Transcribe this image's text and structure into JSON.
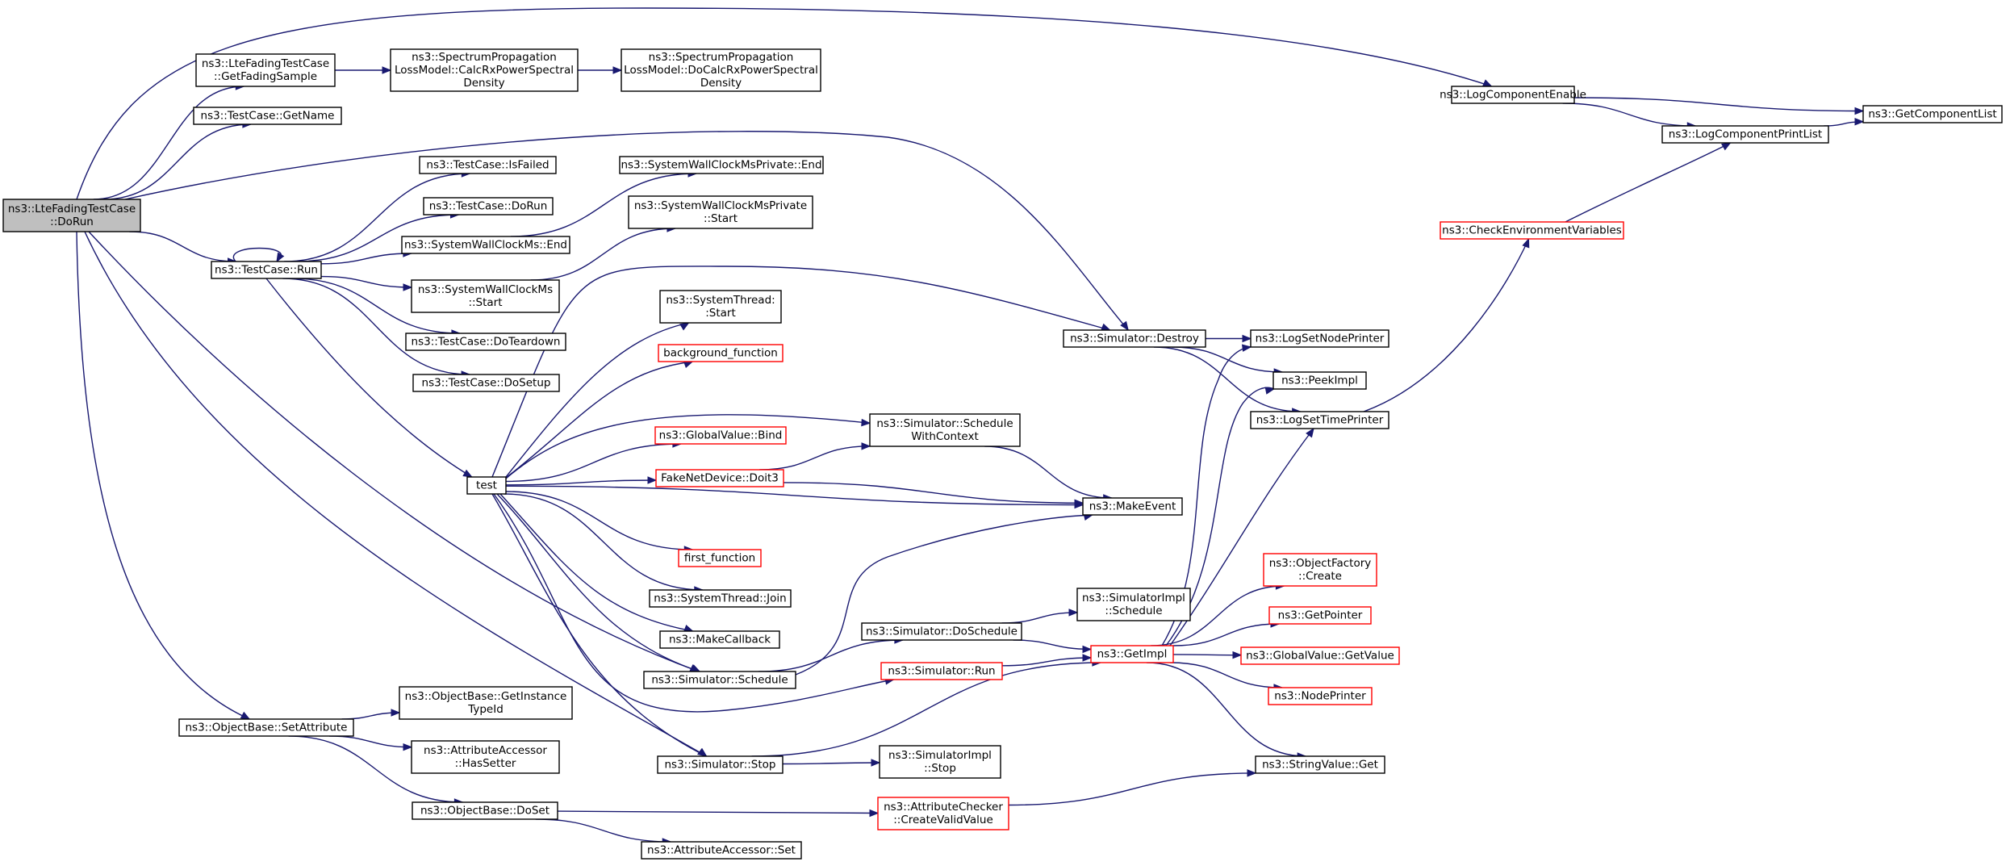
{
  "colors": {
    "edge": "#191970",
    "node_border": "#000000",
    "unresolved_node_border": "#ff0000",
    "root_fill": "#bfbfbf",
    "background": "#ffffff"
  },
  "nodes": [
    {
      "id": "root",
      "lines": [
        "ns3::LteFadingTestCase",
        "::DoRun"
      ],
      "style": "root"
    },
    {
      "id": "getFadingSample",
      "lines": [
        "ns3::LteFadingTestCase",
        "::GetFadingSample"
      ]
    },
    {
      "id": "calcRxPSD",
      "lines": [
        "ns3::SpectrumPropagation",
        "LossModel::CalcRxPowerSpectral",
        "Density"
      ]
    },
    {
      "id": "doCalcRxPSD",
      "lines": [
        "ns3::SpectrumPropagation",
        "LossModel::DoCalcRxPowerSpectral",
        "Density"
      ]
    },
    {
      "id": "getName",
      "lines": [
        "ns3::TestCase::GetName"
      ]
    },
    {
      "id": "logComponentEnable",
      "lines": [
        "ns3::LogComponentEnable"
      ]
    },
    {
      "id": "getComponentList",
      "lines": [
        "ns3::GetComponentList"
      ]
    },
    {
      "id": "logComponentPrintList",
      "lines": [
        "ns3::LogComponentPrintList"
      ]
    },
    {
      "id": "checkEnvVars",
      "lines": [
        "ns3::CheckEnvironmentVariables"
      ],
      "style": "red"
    },
    {
      "id": "isFailed",
      "lines": [
        "ns3::TestCase::IsFailed"
      ]
    },
    {
      "id": "tcDoRun",
      "lines": [
        "ns3::TestCase::DoRun"
      ]
    },
    {
      "id": "swcEnd",
      "lines": [
        "ns3::SystemWallClockMs::End"
      ]
    },
    {
      "id": "swcStart",
      "lines": [
        "ns3::SystemWallClockMs",
        "::Start"
      ]
    },
    {
      "id": "swcPrivEnd",
      "lines": [
        "ns3::SystemWallClockMsPrivate::End"
      ]
    },
    {
      "id": "swcPrivStart",
      "lines": [
        "ns3::SystemWallClockMsPrivate",
        "::Start"
      ]
    },
    {
      "id": "tcRun",
      "lines": [
        "ns3::TestCase::Run"
      ]
    },
    {
      "id": "doTeardown",
      "lines": [
        "ns3::TestCase::DoTeardown"
      ]
    },
    {
      "id": "doSetup",
      "lines": [
        "ns3::TestCase::DoSetup"
      ]
    },
    {
      "id": "simDestroy",
      "lines": [
        "ns3::Simulator::Destroy"
      ]
    },
    {
      "id": "logSetNodePrinter",
      "lines": [
        "ns3::LogSetNodePrinter"
      ]
    },
    {
      "id": "peekImpl",
      "lines": [
        "ns3::PeekImpl"
      ]
    },
    {
      "id": "logSetTimePrinter",
      "lines": [
        "ns3::LogSetTimePrinter"
      ]
    },
    {
      "id": "stStart",
      "lines": [
        "ns3::SystemThread:",
        ":Start"
      ]
    },
    {
      "id": "bgFunction",
      "lines": [
        "background_function"
      ],
      "style": "red"
    },
    {
      "id": "schedWithCtx",
      "lines": [
        "ns3::Simulator::Schedule",
        "WithContext"
      ]
    },
    {
      "id": "gvBind",
      "lines": [
        "ns3::GlobalValue::Bind"
      ],
      "style": "red"
    },
    {
      "id": "doit3",
      "lines": [
        "FakeNetDevice::Doit3"
      ],
      "style": "red"
    },
    {
      "id": "test",
      "lines": [
        "test"
      ]
    },
    {
      "id": "makeEvent",
      "lines": [
        "ns3::MakeEvent"
      ]
    },
    {
      "id": "firstFunction",
      "lines": [
        "first_function"
      ],
      "style": "red"
    },
    {
      "id": "stJoin",
      "lines": [
        "ns3::SystemThread::Join"
      ]
    },
    {
      "id": "makeCallback",
      "lines": [
        "ns3::MakeCallback"
      ]
    },
    {
      "id": "simSchedule",
      "lines": [
        "ns3::Simulator::Schedule"
      ]
    },
    {
      "id": "simDoSchedule",
      "lines": [
        "ns3::Simulator::DoSchedule"
      ]
    },
    {
      "id": "simImplSchedule",
      "lines": [
        "ns3::SimulatorImpl",
        "::Schedule"
      ]
    },
    {
      "id": "simRun",
      "lines": [
        "ns3::Simulator::Run"
      ],
      "style": "red"
    },
    {
      "id": "getImpl",
      "lines": [
        "ns3::GetImpl"
      ],
      "style": "red"
    },
    {
      "id": "objFactoryCreate",
      "lines": [
        "ns3::ObjectFactory",
        "::Create"
      ],
      "style": "red"
    },
    {
      "id": "getPointer",
      "lines": [
        "ns3::GetPointer"
      ],
      "style": "red"
    },
    {
      "id": "gvGetValue",
      "lines": [
        "ns3::GlobalValue::GetValue"
      ],
      "style": "red"
    },
    {
      "id": "nodePrinter",
      "lines": [
        "ns3::NodePrinter"
      ],
      "style": "red"
    },
    {
      "id": "setAttribute",
      "lines": [
        "ns3::ObjectBase::SetAttribute"
      ]
    },
    {
      "id": "getInstanceTypeId",
      "lines": [
        "ns3::ObjectBase::GetInstance",
        "TypeId"
      ]
    },
    {
      "id": "hasSetter",
      "lines": [
        "ns3::AttributeAccessor",
        "::HasSetter"
      ]
    },
    {
      "id": "simStop",
      "lines": [
        "ns3::Simulator::Stop"
      ]
    },
    {
      "id": "simImplStop",
      "lines": [
        "ns3::SimulatorImpl",
        "::Stop"
      ]
    },
    {
      "id": "stringValueGet",
      "lines": [
        "ns3::StringValue::Get"
      ]
    },
    {
      "id": "doSet",
      "lines": [
        "ns3::ObjectBase::DoSet"
      ]
    },
    {
      "id": "createValidValue",
      "lines": [
        "ns3::AttributeChecker",
        "::CreateValidValue"
      ],
      "style": "red"
    },
    {
      "id": "accessorSet",
      "lines": [
        "ns3::AttributeAccessor::Set"
      ]
    }
  ],
  "edges": [
    [
      "root",
      "getFadingSample"
    ],
    [
      "root",
      "getName"
    ],
    [
      "root",
      "logComponentEnable"
    ],
    [
      "root",
      "simDestroy"
    ],
    [
      "root",
      "tcRun"
    ],
    [
      "root",
      "setAttribute"
    ],
    [
      "root",
      "simSchedule"
    ],
    [
      "root",
      "simStop"
    ],
    [
      "getFadingSample",
      "calcRxPSD"
    ],
    [
      "calcRxPSD",
      "doCalcRxPSD"
    ],
    [
      "logComponentEnable",
      "getComponentList"
    ],
    [
      "logComponentEnable",
      "logComponentPrintList"
    ],
    [
      "logComponentPrintList",
      "getComponentList"
    ],
    [
      "checkEnvVars",
      "logComponentPrintList"
    ],
    [
      "tcRun",
      "tcRun"
    ],
    [
      "tcRun",
      "isFailed"
    ],
    [
      "tcRun",
      "tcDoRun"
    ],
    [
      "tcRun",
      "swcEnd"
    ],
    [
      "tcRun",
      "swcStart"
    ],
    [
      "tcRun",
      "doTeardown"
    ],
    [
      "tcRun",
      "doSetup"
    ],
    [
      "tcRun",
      "test"
    ],
    [
      "swcEnd",
      "swcPrivEnd"
    ],
    [
      "swcStart",
      "swcPrivStart"
    ],
    [
      "simDestroy",
      "logSetNodePrinter"
    ],
    [
      "simDestroy",
      "peekImpl"
    ],
    [
      "simDestroy",
      "logSetTimePrinter"
    ],
    [
      "logSetTimePrinter",
      "checkEnvVars"
    ],
    [
      "test",
      "simDestroy"
    ],
    [
      "test",
      "stStart"
    ],
    [
      "test",
      "bgFunction"
    ],
    [
      "test",
      "schedWithCtx"
    ],
    [
      "test",
      "gvBind"
    ],
    [
      "test",
      "doit3"
    ],
    [
      "test",
      "makeEvent"
    ],
    [
      "test",
      "firstFunction"
    ],
    [
      "test",
      "stJoin"
    ],
    [
      "test",
      "makeCallback"
    ],
    [
      "test",
      "simSchedule"
    ],
    [
      "test",
      "simRun"
    ],
    [
      "test",
      "simStop"
    ],
    [
      "doit3",
      "schedWithCtx"
    ],
    [
      "doit3",
      "makeEvent"
    ],
    [
      "schedWithCtx",
      "makeEvent"
    ],
    [
      "simSchedule",
      "simDoSchedule"
    ],
    [
      "simSchedule",
      "makeEvent"
    ],
    [
      "simDoSchedule",
      "simImplSchedule"
    ],
    [
      "simDoSchedule",
      "getImpl"
    ],
    [
      "simRun",
      "getImpl"
    ],
    [
      "simStop",
      "getImpl"
    ],
    [
      "simStop",
      "simImplStop"
    ],
    [
      "getImpl",
      "logSetNodePrinter"
    ],
    [
      "getImpl",
      "peekImpl"
    ],
    [
      "getImpl",
      "logSetTimePrinter"
    ],
    [
      "getImpl",
      "objFactoryCreate"
    ],
    [
      "getImpl",
      "getPointer"
    ],
    [
      "getImpl",
      "gvGetValue"
    ],
    [
      "getImpl",
      "nodePrinter"
    ],
    [
      "getImpl",
      "stringValueGet"
    ],
    [
      "setAttribute",
      "getInstanceTypeId"
    ],
    [
      "setAttribute",
      "hasSetter"
    ],
    [
      "setAttribute",
      "doSet"
    ],
    [
      "doSet",
      "createValidValue"
    ],
    [
      "doSet",
      "accessorSet"
    ],
    [
      "createValidValue",
      "stringValueGet"
    ]
  ]
}
